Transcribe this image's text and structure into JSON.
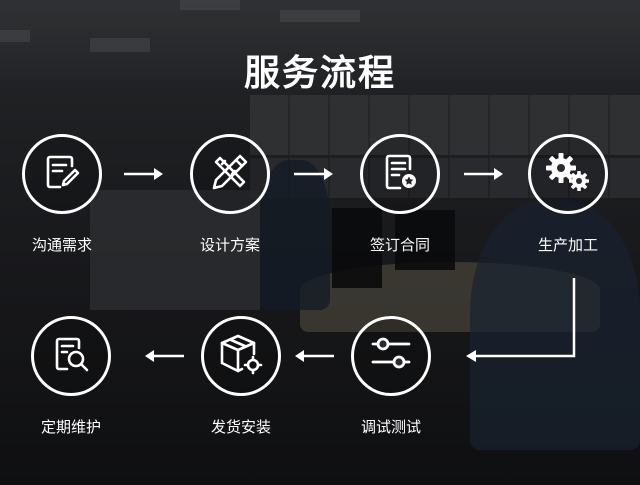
{
  "title": "服务流程",
  "steps": [
    {
      "label": "沟通需求",
      "icon": "form-edit-icon"
    },
    {
      "label": "设计方案",
      "icon": "pencil-ruler-icon"
    },
    {
      "label": "签订合同",
      "icon": "contract-icon"
    },
    {
      "label": "生产加工",
      "icon": "gears-icon"
    },
    {
      "label": "调试测试",
      "icon": "sliders-icon"
    },
    {
      "label": "发货安装",
      "icon": "package-gear-icon"
    },
    {
      "label": "定期维护",
      "icon": "document-search-icon"
    }
  ]
}
